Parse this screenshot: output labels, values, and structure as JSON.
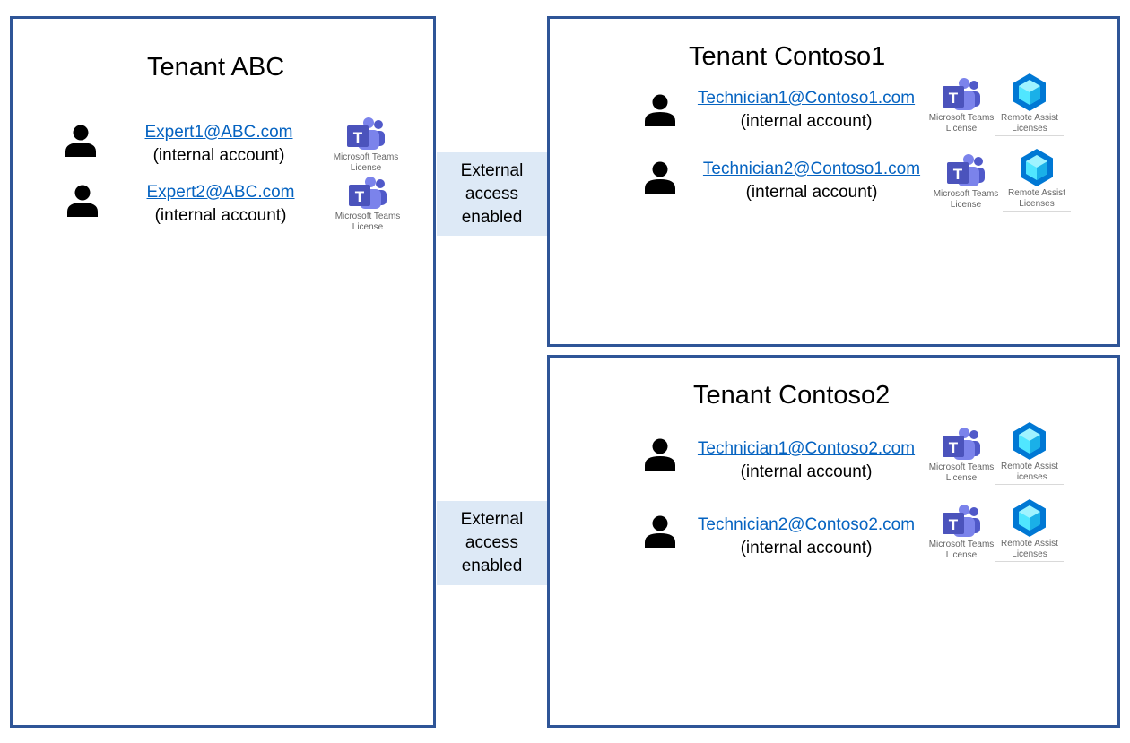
{
  "tenants": [
    {
      "title": "Tenant ABC",
      "users": [
        {
          "email": "Expert1@ABC.com",
          "account": "(internal account)",
          "licenses": [
            "Microsoft Teams License"
          ]
        },
        {
          "email": "Expert2@ABC.com",
          "account": "(internal account)",
          "licenses": [
            "Microsoft Teams License"
          ]
        }
      ]
    },
    {
      "title": "Tenant Contoso1",
      "users": [
        {
          "email": "Technician1@Contoso1.com",
          "account": "(internal account)",
          "licenses": [
            "Microsoft Teams License",
            "Remote Assist Licenses"
          ]
        },
        {
          "email": "Technician2@Contoso1.com",
          "account": "(internal account)",
          "licenses": [
            "Microsoft Teams License",
            "Remote Assist Licenses"
          ]
        }
      ]
    },
    {
      "title": "Tenant Contoso2",
      "users": [
        {
          "email": "Technician1@Contoso2.com",
          "account": "(internal account)",
          "licenses": [
            "Microsoft Teams License",
            "Remote Assist Licenses"
          ]
        },
        {
          "email": "Technician2@Contoso2.com",
          "account": "(internal account)",
          "licenses": [
            "Microsoft Teams License",
            "Remote Assist Licenses"
          ]
        }
      ]
    }
  ],
  "license_labels": {
    "teams_line1": "Microsoft Teams",
    "teams_line2": "License",
    "ra_line1": "Remote Assist",
    "ra_line2": "Licenses"
  },
  "connections": [
    {
      "from": "Tenant ABC",
      "to": "Tenant Contoso1",
      "label_lines": [
        "External",
        "access",
        "enabled"
      ]
    },
    {
      "from": "Tenant ABC",
      "to": "Tenant Contoso2",
      "label_lines": [
        "External",
        "access",
        "enabled"
      ]
    }
  ],
  "colors": {
    "border": "#2f5597",
    "link": "#0563c1",
    "access_fill": "#dde9f6",
    "teams_purple": "#5059c9",
    "remote_assist_blue": "#0078d4"
  },
  "icons": {
    "user": "person-icon",
    "teams": "microsoft-teams-icon",
    "remote_assist": "remote-assist-icon"
  }
}
